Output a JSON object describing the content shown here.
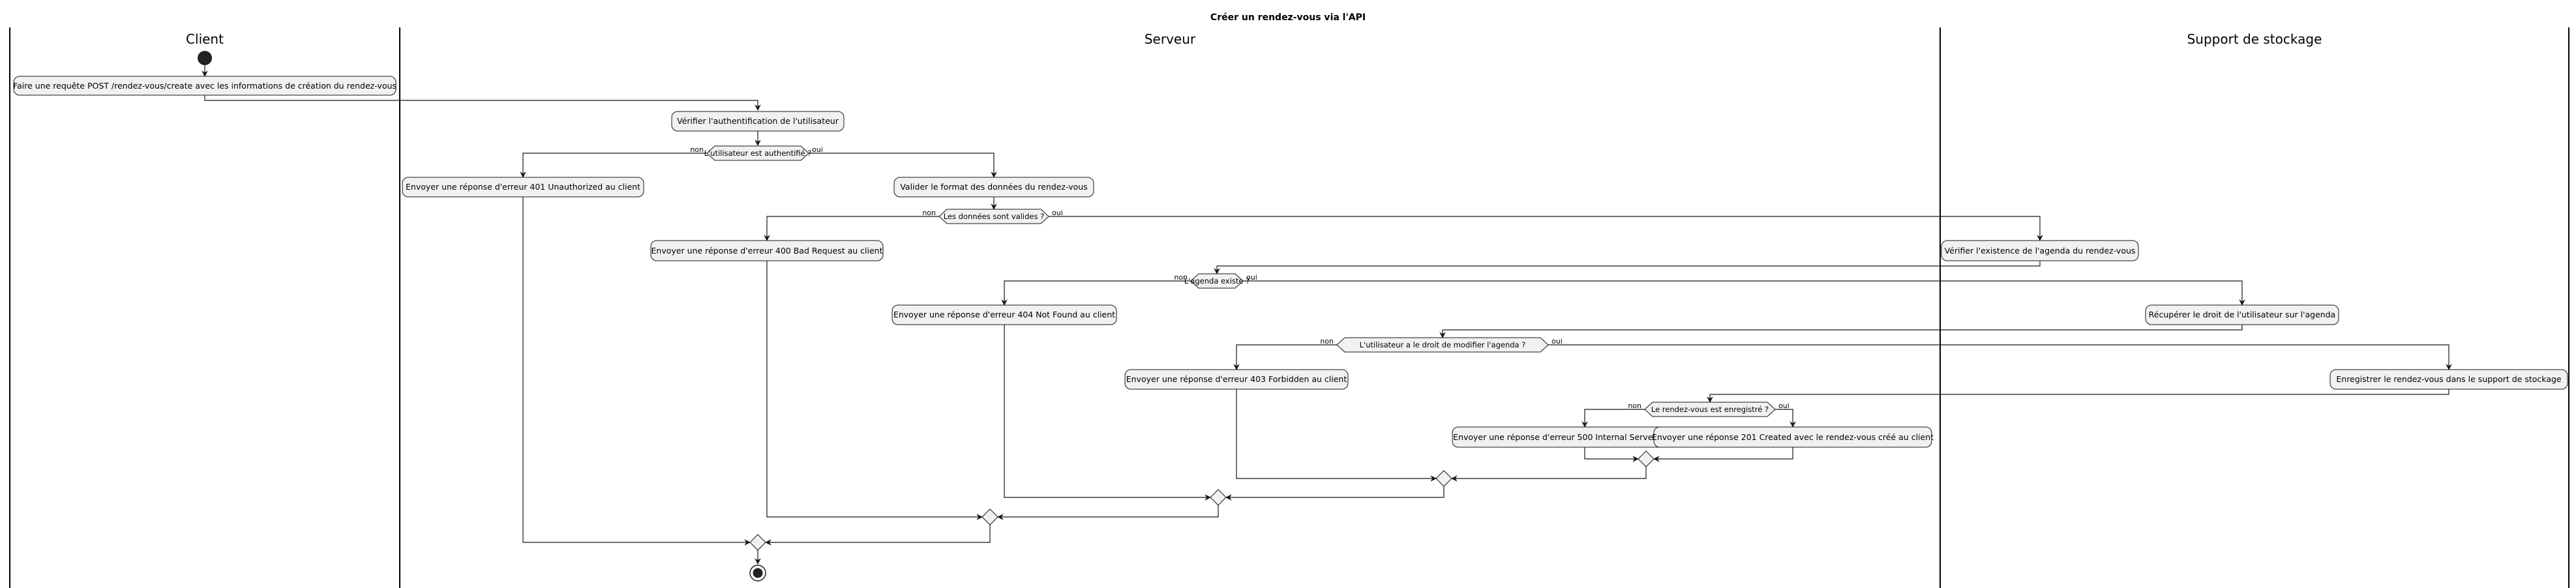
{
  "title": "Créer un rendez-vous via l'API",
  "lanes": {
    "client": "Client",
    "serveur": "Serveur",
    "stockage": "Support de stockage"
  },
  "activities": {
    "post_request": "Faire une requête POST /rendez-vous/create avec les informations de création du rendez-vous",
    "verify_auth": "Vérifier l'authentification de l'utilisateur",
    "err_401": "Envoyer une réponse d'erreur 401 Unauthorized au client",
    "validate_format": "Valider le format des données du rendez-vous",
    "err_400": "Envoyer une réponse d'erreur 400 Bad Request au client",
    "check_agenda": "Vérifier l'existence de l'agenda du rendez-vous",
    "err_404": "Envoyer une réponse d'erreur 404 Not Found au client",
    "get_right": "Récupérer le droit de l'utilisateur sur l'agenda",
    "err_403": "Envoyer une réponse d'erreur 403 Forbidden au client",
    "save": "Enregistrer le rendez-vous dans le support de stockage",
    "err_500": "Envoyer une réponse d'erreur 500 Internal Server Error au client",
    "ok_201": "Envoyer une réponse 201 Created avec le rendez-vous créé au client"
  },
  "conditions": {
    "authenticated": "L'utilisateur est authentifié ?",
    "valid_data": "Les données sont valides ?",
    "agenda_exists": "L'agenda existe ?",
    "can_modify": "L'utilisateur a le droit de modifier l'agenda ?",
    "saved": "Le rendez-vous est enregistré ?"
  },
  "branches": {
    "no": "non",
    "yes": "oui"
  }
}
